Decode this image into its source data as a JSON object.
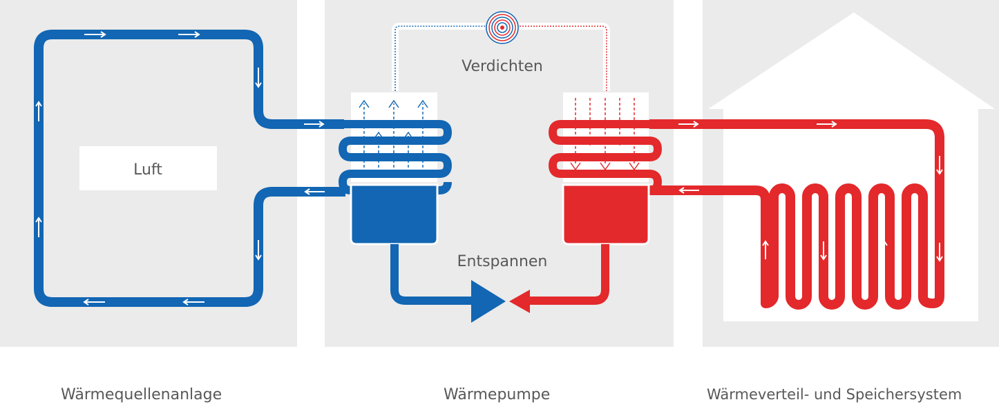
{
  "colors": {
    "blue": "#1266b3",
    "red": "#e3292b",
    "panel": "#ebebeb",
    "text": "#58585a",
    "white": "#ffffff"
  },
  "source": {
    "label": "Luft"
  },
  "heat_pump": {
    "compress_label": "Verdichten",
    "expand_label": "Entspannen"
  },
  "captions": {
    "source": "Wärmequellenanlage",
    "pump": "Wärmepumpe",
    "distribution": "Wärmeverteil- und Speichersystem"
  },
  "icons": [
    "compressor-icon",
    "expansion-valve-icon",
    "house-icon",
    "arrow-icon"
  ]
}
